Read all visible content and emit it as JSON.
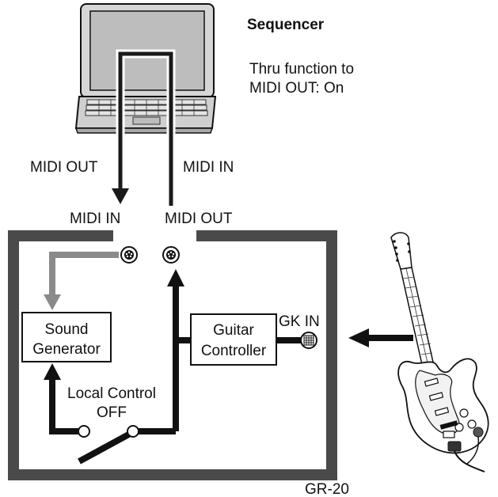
{
  "sequencer": {
    "title": "Sequencer",
    "thru_line1": "Thru function to",
    "thru_line2": "MIDI OUT: On",
    "midi_out": "MIDI OUT",
    "midi_in": "MIDI IN"
  },
  "device": {
    "name": "GR-20",
    "midi_in": "MIDI IN",
    "midi_out": "MIDI OUT",
    "sound_gen_line1": "Sound",
    "sound_gen_line2": "Generator",
    "guitar_ctrl_line1": "Guitar",
    "guitar_ctrl_line2": "Controller",
    "gk_in": "GK IN",
    "local_control_line1": "Local Control",
    "local_control_line2": "OFF"
  },
  "colors": {
    "line_dark": "#000000",
    "line_gray": "#8a8a8a",
    "housing": "#4a4a4a"
  },
  "icons": [
    "laptop-icon",
    "midi-port-icon",
    "gk-connector-icon",
    "electric-guitar-icon"
  ]
}
